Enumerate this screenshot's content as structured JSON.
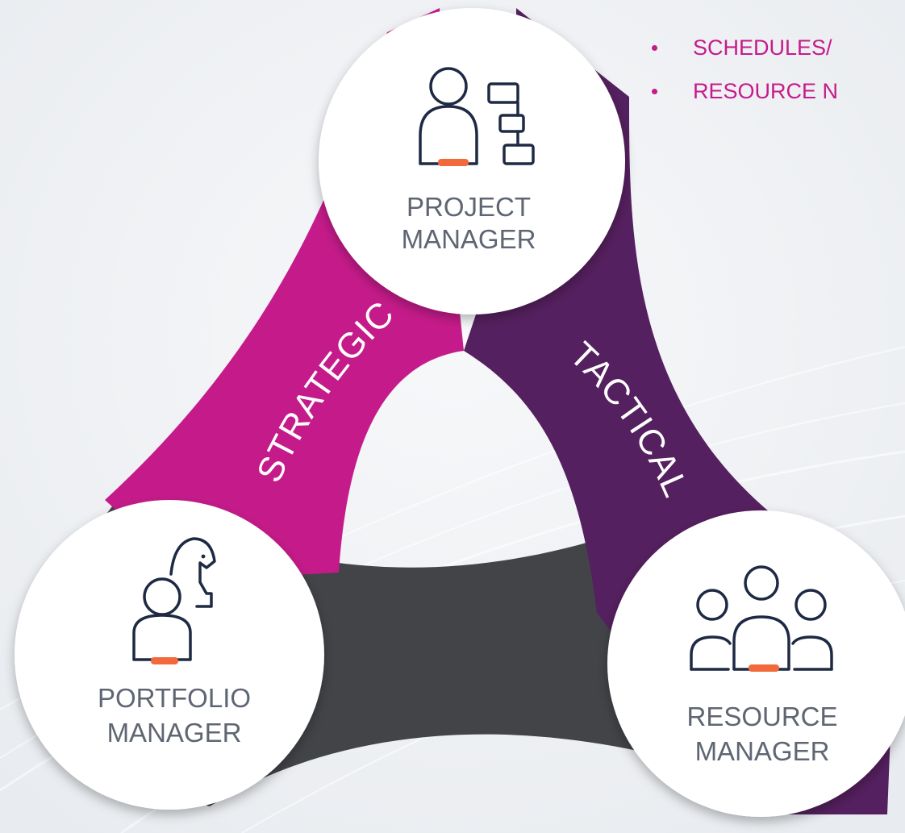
{
  "colors": {
    "strategic": "#c51b8a",
    "tactical": "#55205f",
    "portfolio_band": "#424448",
    "accent": "#f2693b",
    "icon_stroke": "#1e2a44",
    "role_text": "#5f6673",
    "circle_fill": "#ffffff",
    "bullet_text": "#c51b8a"
  },
  "bullets": [
    {
      "text": "SCHEDULES/"
    },
    {
      "text": "RESOURCE N"
    }
  ],
  "roles": {
    "project": {
      "line1": "PROJECT",
      "line2": "MANAGER",
      "icon": "person-with-hierarchy-icon"
    },
    "portfolio": {
      "line1": "PORTFOLIO",
      "line2": "MANAGER",
      "icon": "person-with-chess-knight-icon"
    },
    "resource": {
      "line1": "RESOURCE",
      "line2": "MANAGER",
      "icon": "group-of-people-icon"
    }
  },
  "bands": {
    "strategic": "STRATEGIC",
    "tactical": "TACTICAL"
  }
}
